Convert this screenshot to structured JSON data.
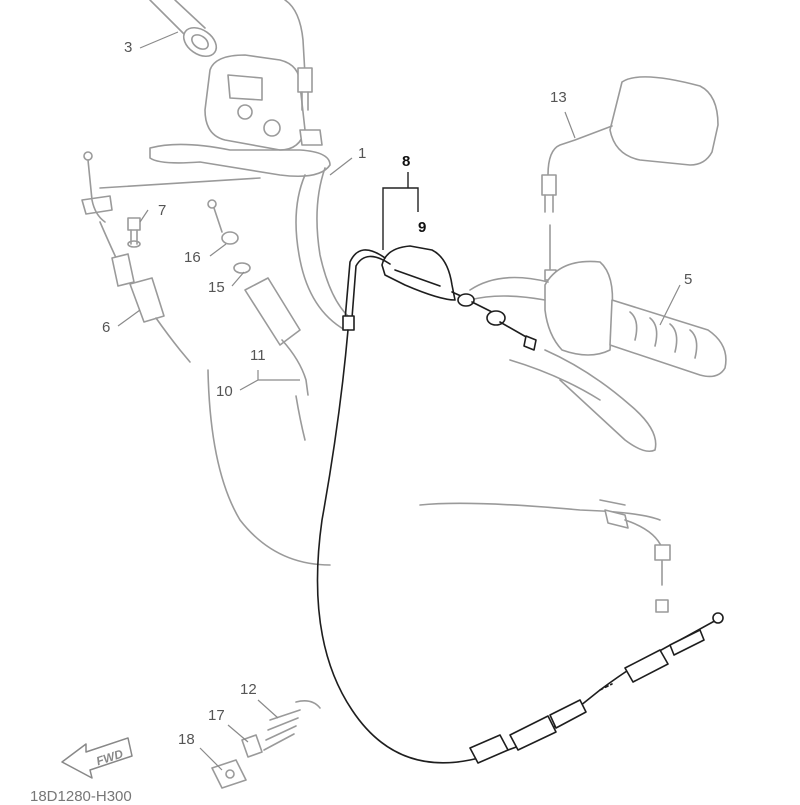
{
  "callouts": {
    "c1": "1",
    "c3": "3",
    "c5": "5",
    "c6": "6",
    "c7": "7",
    "c8": "8",
    "c9": "9",
    "c10": "10",
    "c11": "11",
    "c12": "12",
    "c13": "13",
    "c15": "15",
    "c16": "16",
    "c17": "17",
    "c18": "18"
  },
  "fwd_label": "FWD",
  "part_code": "18D1280-H300",
  "colors": {
    "highlight": "#1e1e1e",
    "faded": "#9a9a9a"
  }
}
